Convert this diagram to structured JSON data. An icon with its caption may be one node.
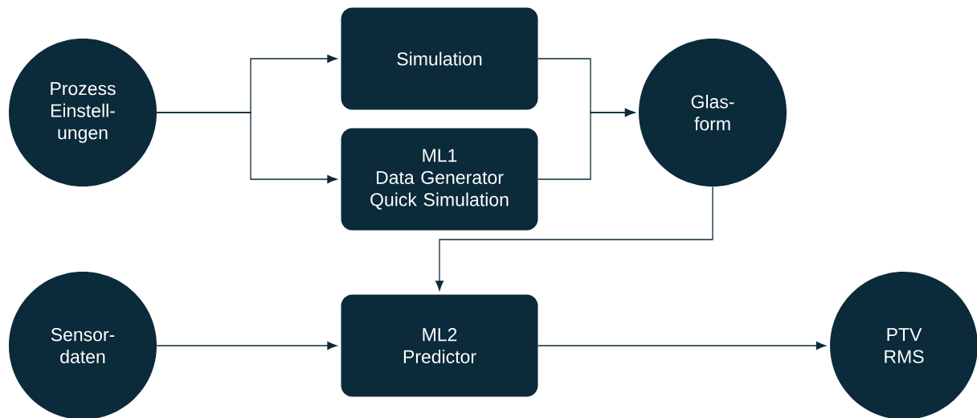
{
  "diagram": {
    "nodes": [
      {
        "text": [
          "Prozess Einstell- ungen"
        ]
      },
      {
        "text": [
          "Simulation"
        ]
      },
      {
        "text": [
          "ML1",
          "Data Generator Quick Simulation"
        ]
      },
      {
        "text": [
          "Glas- form"
        ]
      },
      {
        "text": [
          "Sensor- daten"
        ]
      },
      {
        "text": [
          "ML2",
          "Predictor"
        ]
      },
      {
        "text": [
          "PTV RMS"
        ]
      }
    ],
    "edges": [
      {
        "from": 0,
        "to": 1,
        "arrow": "to"
      },
      {
        "from": 0,
        "to": 2,
        "arrow": "to"
      },
      {
        "from": 1,
        "to": 3,
        "arrow": "to"
      },
      {
        "from": 2,
        "to": 3,
        "arrow": "to"
      },
      {
        "from": 3,
        "to": 5,
        "arrow": "to"
      },
      {
        "from": 4,
        "to": 5,
        "arrow": "to"
      },
      {
        "from": 5,
        "to": 6,
        "arrow": "to"
      }
    ]
  }
}
